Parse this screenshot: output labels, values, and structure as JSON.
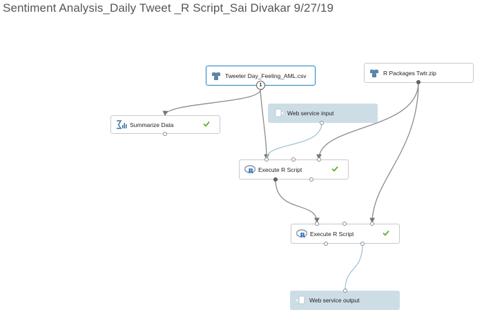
{
  "experiment": {
    "title": "Sentiment Analysis_Daily Tweet _R Script_Sai Divakar 9/27/19"
  },
  "nodes": {
    "dataset": {
      "label": "Tweeter Day_Feeling_AML.csv",
      "icon": "dataset-icon",
      "badge": "1"
    },
    "r_packages": {
      "label": "R Packages Twtr.zip",
      "icon": "dataset-icon"
    },
    "summarize": {
      "label": "Summarize Data",
      "icon": "sigma-chart-icon",
      "status": "completed"
    },
    "ws_input": {
      "label": "Web service input",
      "icon": "web-service-input-icon"
    },
    "execute_r_1": {
      "label": "Execute R Script",
      "icon": "r-logo-icon",
      "status": "completed"
    },
    "execute_r_2": {
      "label": "Execute R Script",
      "icon": "r-logo-icon",
      "status": "completed"
    },
    "ws_output": {
      "label": "Web service output",
      "icon": "web-service-output-icon"
    }
  },
  "colors": {
    "selected_border": "#1e7fc1",
    "web_service_fill": "#cddde6",
    "web_service_edge": "#9ec3d5",
    "edge": "#777777",
    "check": "#5cb02c",
    "r_logo": "#276dc3"
  }
}
